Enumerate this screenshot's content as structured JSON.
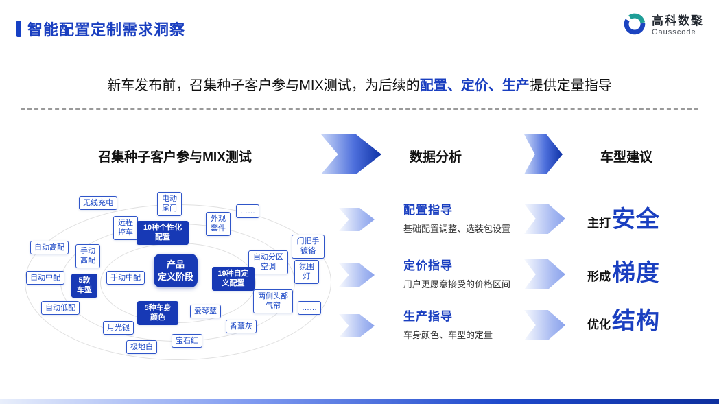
{
  "colors": {
    "accent": "#1a3fc0",
    "node_dark_fill": "#1739b5",
    "arrow_gradient_start": "#cbd8f8",
    "arrow_gradient_end": "#0e32a6"
  },
  "header": {
    "title": "智能配置定制需求洞察",
    "logo_name": "高科数聚",
    "logo_sub": "Gausscode"
  },
  "subtitle": {
    "pre": "新车发布前，召集种子客户参与MIX测试，为后续的",
    "highlight": "配置、定价、生产",
    "post": "提供定量指导"
  },
  "flow": {
    "left_title": "召集种子客户参与MIX测试",
    "mid_title": "数据分析",
    "right_title": "车型建议"
  },
  "diagram": {
    "center": {
      "line1": "产品",
      "line2": "定义阶段"
    },
    "nodes": [
      {
        "label": "无线充电"
      },
      {
        "label": "电动尾门"
      },
      {
        "label": "远程控车"
      },
      {
        "label": "外观套件"
      },
      {
        "label": "10种个性化配置"
      },
      {
        "label": "……"
      },
      {
        "label": "自动高配"
      },
      {
        "label": "手动高配"
      },
      {
        "label": "门把手镀铬"
      },
      {
        "label": "自动分区空调"
      },
      {
        "label": "氛围灯"
      },
      {
        "label": "自动中配"
      },
      {
        "label": "手动中配"
      },
      {
        "label": "5款车型"
      },
      {
        "label": "19种自定义配置"
      },
      {
        "label": "两侧头部气帘"
      },
      {
        "label": "……"
      },
      {
        "label": "自动低配"
      },
      {
        "label": "5种车身颜色"
      },
      {
        "label": "爱琴蓝"
      },
      {
        "label": "月光银"
      },
      {
        "label": "香薰灰"
      },
      {
        "label": "极地白"
      },
      {
        "label": "宝石红"
      }
    ]
  },
  "analysis": [
    {
      "title": "配置指导",
      "desc": "基础配置调整、选装包设置"
    },
    {
      "title": "定价指导",
      "desc": "用户更愿意接受的价格区间"
    },
    {
      "title": "生产指导",
      "desc": "车身颜色、车型的定量"
    }
  ],
  "suggestions": [
    {
      "prefix": "主打",
      "keyword": "安全"
    },
    {
      "prefix": "形成",
      "keyword": "梯度"
    },
    {
      "prefix": "优化",
      "keyword": "结构"
    }
  ]
}
